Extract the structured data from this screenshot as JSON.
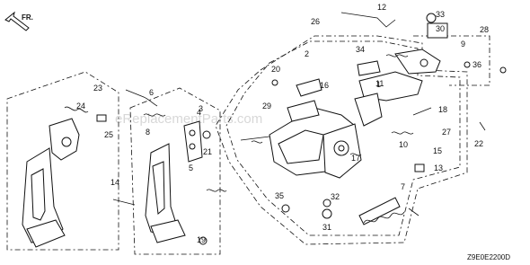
{
  "diagram": {
    "direction_label": "FR.",
    "diagram_code": "Z9E0E2200D",
    "watermark": "eReplacementParts.com",
    "part_numbers": [
      "1",
      "2",
      "3",
      "4",
      "5",
      "6",
      "7",
      "8",
      "9",
      "10",
      "11",
      "12",
      "13",
      "14",
      "15",
      "16",
      "17",
      "18",
      "19",
      "20",
      "21",
      "22",
      "23",
      "24",
      "25",
      "26",
      "27",
      "28",
      "29",
      "30",
      "31",
      "32",
      "33",
      "34",
      "35",
      "36"
    ]
  }
}
